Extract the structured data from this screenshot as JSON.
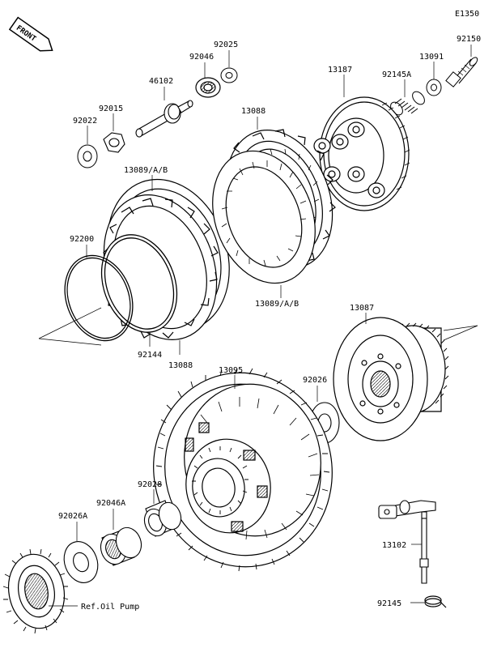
{
  "diagram_code": "E1350",
  "front_label": "FRONT",
  "callouts": {
    "p92150": "92150",
    "p92025": "92025",
    "p92046": "92046",
    "p13091": "13091",
    "p92145A": "92145A",
    "p13187": "13187",
    "p46102": "46102",
    "p92015": "92015",
    "p92022": "92022",
    "p13088_top": "13088",
    "p13089_left": "13089/A/B",
    "p92200": "92200",
    "p13089_right": "13089/A/B",
    "p92144": "92144",
    "p13088_bottom": "13088",
    "p13087": "13087",
    "p13095": "13095",
    "p92026": "92026",
    "p92028": "92028",
    "p92046A": "92046A",
    "p92026A": "92026A",
    "p13102": "13102",
    "p92145": "92145",
    "ref_oil_pump": "Ref.Oil Pump"
  }
}
